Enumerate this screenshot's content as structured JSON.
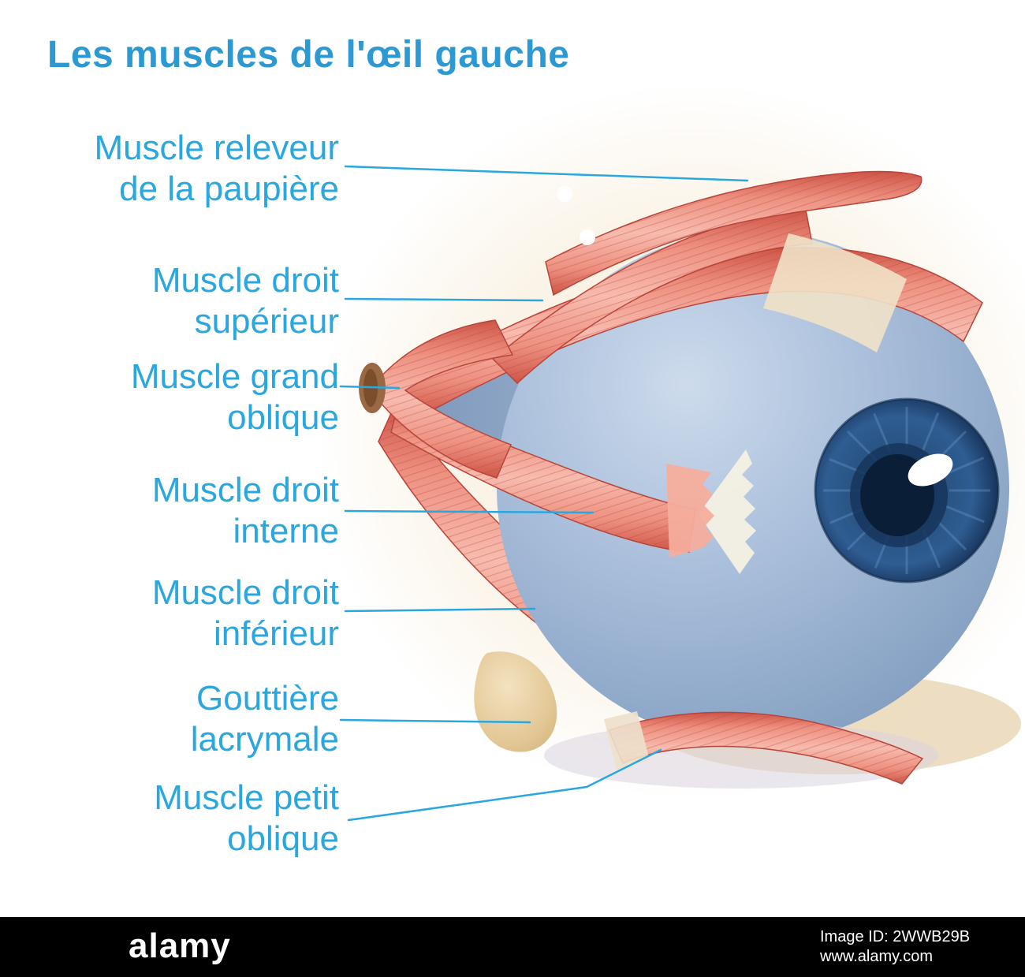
{
  "page": {
    "title": "Les muscles de l'œil gauche"
  },
  "labels": [
    {
      "line1": "Muscle releveur",
      "line2": "de la paupière"
    },
    {
      "line1": "Muscle droit",
      "line2": "supérieur"
    },
    {
      "line1": "Muscle grand",
      "line2": "oblique"
    },
    {
      "line1": "Muscle droit",
      "line2": "interne"
    },
    {
      "line1": "Muscle droit",
      "line2": "inférieur"
    },
    {
      "line1": "Gouttière",
      "line2": "lacrymale"
    },
    {
      "line1": "Muscle petit",
      "line2": "oblique"
    }
  ],
  "colors": {
    "title_blue": "#2C99D2",
    "label_blue": "#2AA7DF",
    "leader_line_blue": "#2AA7DF",
    "eyeball_blue_gray": "#8CA6C7",
    "muscle_red": "#E8705F",
    "iris_navy": "#1C3C66",
    "tendon_beige": "#EFE2C8",
    "lacrimal_tan": "#E3C795",
    "watermark_bg": "#000000"
  },
  "watermark": {
    "brand": "alamy",
    "image_id": "Image ID: 2WWB29B",
    "url": "www.alamy.com"
  }
}
